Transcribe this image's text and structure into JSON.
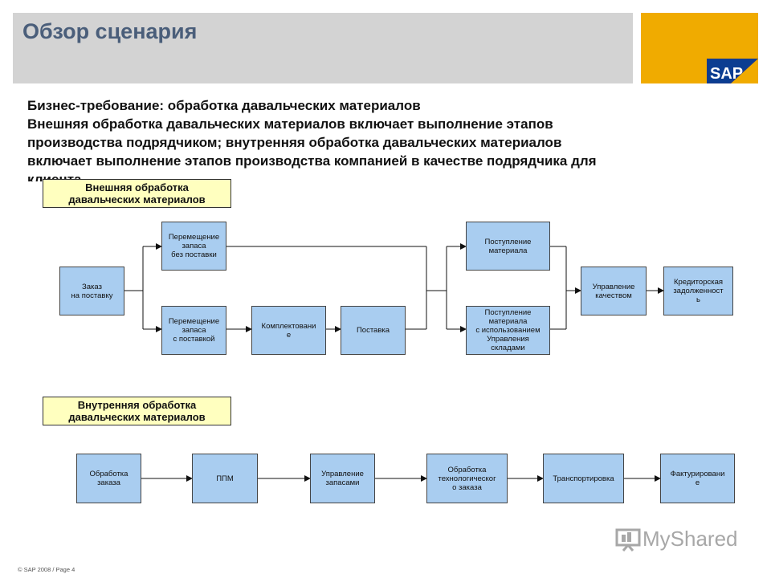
{
  "header": {
    "title": "Обзор сценария",
    "logo_text": "SAP"
  },
  "description": [
    "Бизнес-требование: обработка давальческих материалов",
    "Внешняя обработка давальческих материалов включает выполнение этапов",
    "производства подрядчиком; внутренняя обработка давальческих материалов",
    "включает выполнение этапов производства компанией в качестве подрядчика для",
    "клиента."
  ],
  "external": {
    "label": [
      "Внешняя обработка",
      "давальческих материалов"
    ],
    "nodes": {
      "order": [
        "Заказ",
        "на поставку"
      ],
      "move_no_delivery": [
        "Перемещение",
        "запаса",
        "без поставки"
      ],
      "move_with_delivery": [
        "Перемещение",
        "запаса",
        "с поставкой"
      ],
      "picking": [
        "Комплектовани",
        "е"
      ],
      "delivery": [
        "Поставка"
      ],
      "receipt": [
        "Поступление",
        "материала"
      ],
      "receipt_wm": [
        "Поступление",
        "материала",
        "с использованием",
        "Управления",
        "складами"
      ],
      "quality": [
        "Управление",
        "качеством"
      ],
      "payables": [
        "Кредиторская",
        "задолженност",
        "ь"
      ]
    }
  },
  "internal": {
    "label": [
      "Внутренняя обработка",
      "давальческих материалов"
    ],
    "nodes": {
      "order_proc": [
        "Обработка",
        "заказа"
      ],
      "mrp": [
        "ППМ"
      ],
      "inventory": [
        "Управление",
        "запасами"
      ],
      "prod_order": [
        "Обработка",
        "технологическог",
        "о заказа"
      ],
      "transport": [
        "Транспортировка"
      ],
      "billing": [
        "Фактурировани",
        "е"
      ]
    }
  },
  "footer": "© SAP 2008 / Page 4",
  "watermark": "MyShared",
  "colors": {
    "header_bg": "#d3d3d3",
    "logo_bg": "#f0ab00",
    "box_fill": "#a9cdf0",
    "label_fill": "#ffffbf",
    "title_color": "#4a5e7a"
  }
}
